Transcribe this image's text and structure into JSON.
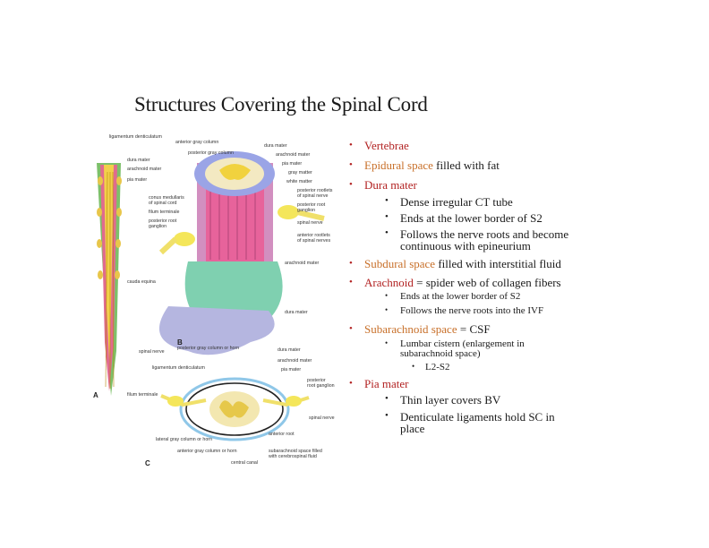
{
  "slide": {
    "title": "Structures Covering the Spinal Cord"
  },
  "figure": {
    "labels": {
      "ligamentum_denticulatum_top": "ligamentum denticulatum",
      "dura_mater_a": "dura mater",
      "arachnoid_mater_a": "arachnoid mater",
      "pia_mater_a": "pia mater",
      "conus_medullaris": "conus medullaris",
      "of_spinal_cord": "of spinal cord",
      "filum_terminale_a": "filum terminale",
      "posterior_root_a": "posterior root",
      "ganglion_a": "ganglion",
      "cauda_equina": "cauda equina",
      "anterior_gray_column": "anterior gray column",
      "posterior_gray_column": "posterior gray column",
      "dura_mater_b": "dura mater",
      "arachnoid_mater_b": "arachnoid mater",
      "pia_mater_b": "pia mater",
      "gray_matter": "gray matter",
      "white_matter": "white matter",
      "posterior_rootlets": "posterior rootlets",
      "of_spinal_nerve": "of spinal nerve",
      "posterior_root_b": "posterior root",
      "ganglion_b": "ganglion",
      "spinal_nerve_b": "spinal nerve",
      "anterior_rootlets": "anterior rootlets",
      "of_spinal_nerves": "of spinal nerves",
      "arachnoid_mater_b2": "arachnoid mater",
      "dura_mater_b2": "dura mater",
      "letter_b": "B",
      "spinal_nerve_c_left": "spinal nerve",
      "posterior_gray_column_or_horn": "posterior gray column or horn",
      "ligamentum_denticulatum_c": "ligamentum denticulatum",
      "dura_mater_c": "dura mater",
      "arachnoid_mater_c": "arachnoid mater",
      "pia_mater_c": "pia mater",
      "posterior_root_c": "posterior",
      "root_ganglion_c": "root ganglion",
      "letter_a": "A",
      "filum_terminale_c": "filum terminale",
      "spinal_nerve_c": "spinal nerve",
      "anterior_root_c": "anterior root",
      "lateral_gray_column": "lateral gray column or horn",
      "subarachnoid_space_filled": "subarachnoid space filled",
      "with_csf": "with cerebrospinal fluid",
      "anterior_gray_column_or_horn": "anterior gray column or horn",
      "central_canal": "central canal",
      "letter_c": "C"
    }
  },
  "bullets": {
    "vertebrae": "Vertebrae",
    "epidural_term": "Epidural space",
    "epidural_rest": " filled with fat",
    "dura_mater": "Dura mater",
    "dura_1": "Dense irregular CT tube",
    "dura_2": "Ends at the lower border of S2",
    "dura_3a": "Follows the nerve roots and become",
    "dura_3b": "continuous with epineurium",
    "subdural_term": "Subdural space",
    "subdural_rest": " filled with interstitial fluid",
    "arachnoid_term": "Arachnoid",
    "arachnoid_rest": " = spider web of collagen fibers",
    "arach_1": "Ends at the lower border of S2",
    "arach_2": "Follows the nerve roots into the IVF",
    "subarach_term": "Subarachnoid space",
    "subarach_rest": " = CSF",
    "subarach_1a": "Lumbar cistern (enlargement in",
    "subarach_1b": "subarachnoid space)",
    "subarach_1_1": "L2-S2",
    "pia_mater": "Pia mater",
    "pia_1": "Thin layer covers BV",
    "pia_2a": "Denticulate ligaments hold SC in",
    "pia_2b": "place"
  },
  "colors": {
    "red": "#b22222",
    "orange": "#c8702a"
  }
}
